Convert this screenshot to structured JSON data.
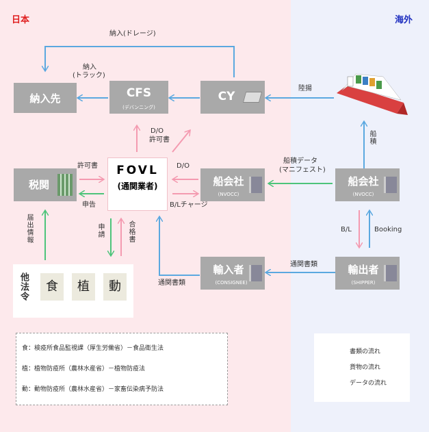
{
  "regions": {
    "japan": "日本",
    "overseas": "海外"
  },
  "boxes": {
    "nounyusaki": {
      "label": "納入先"
    },
    "cfs": {
      "label": "CFS",
      "sub": "(デバンニング)"
    },
    "cy": {
      "label": "CY"
    },
    "zeikan": {
      "label": "税関"
    },
    "funagaisha_jp": {
      "label": "船会社",
      "sub": "(NVOCC)"
    },
    "funagaisha_os": {
      "label": "船会社",
      "sub": "(NVOCC)"
    },
    "yunyusha": {
      "label": "輸入者",
      "sub": "(CONSIGNEE)"
    },
    "yushutsusha": {
      "label": "輸出者",
      "sub": "(SHIPPER)"
    }
  },
  "fovl": {
    "name": "FOVL",
    "sub": "(通関業者)"
  },
  "flow_labels": {
    "nounyu_drayage": "納入(ドレージ)",
    "nounyu_truck_1": "納入",
    "nounyu_truck_2": "(トラック)",
    "rikuage": "陸揚",
    "do_kyokasho_1": "D/O",
    "do_kyokasho_2": "許可書",
    "kyokasho": "許可書",
    "do": "D/O",
    "funazumi_data_1": "船積データ",
    "funazumi_data_2": "(マニフェスト)",
    "shinkoku": "申告",
    "bl_charge": "B/Lチャージ",
    "shinsei": "申請",
    "gokakusho": "合格書",
    "todokede": "届出情報",
    "tsukan_shorui_left": "通関書類",
    "tsukan_shorui_right": "通関書類",
    "bl": "B/L",
    "booking": "Booking",
    "funazumi": "船積"
  },
  "other_laws": {
    "label": "他法令",
    "items": [
      "食",
      "植",
      "動"
    ]
  },
  "notes": [
    "食：検疫所食品監視課（厚生労働省）－食品衛生法",
    "植：植物防疫所（農林水産省）－植物防疫法",
    "動：動物防疫所（農林水産省）－家畜伝染病予防法"
  ],
  "legend": {
    "items": [
      {
        "label": "書類の流れ",
        "color": "#f49ab0"
      },
      {
        "label": "貨物の流れ",
        "color": "#5aa8e0"
      },
      {
        "label": "データの流れ",
        "color": "#4cc47a"
      }
    ]
  },
  "colors": {
    "document": "#f49ab0",
    "cargo": "#5aa8e0",
    "data": "#4cc47a",
    "box": "#a9a9a9"
  }
}
